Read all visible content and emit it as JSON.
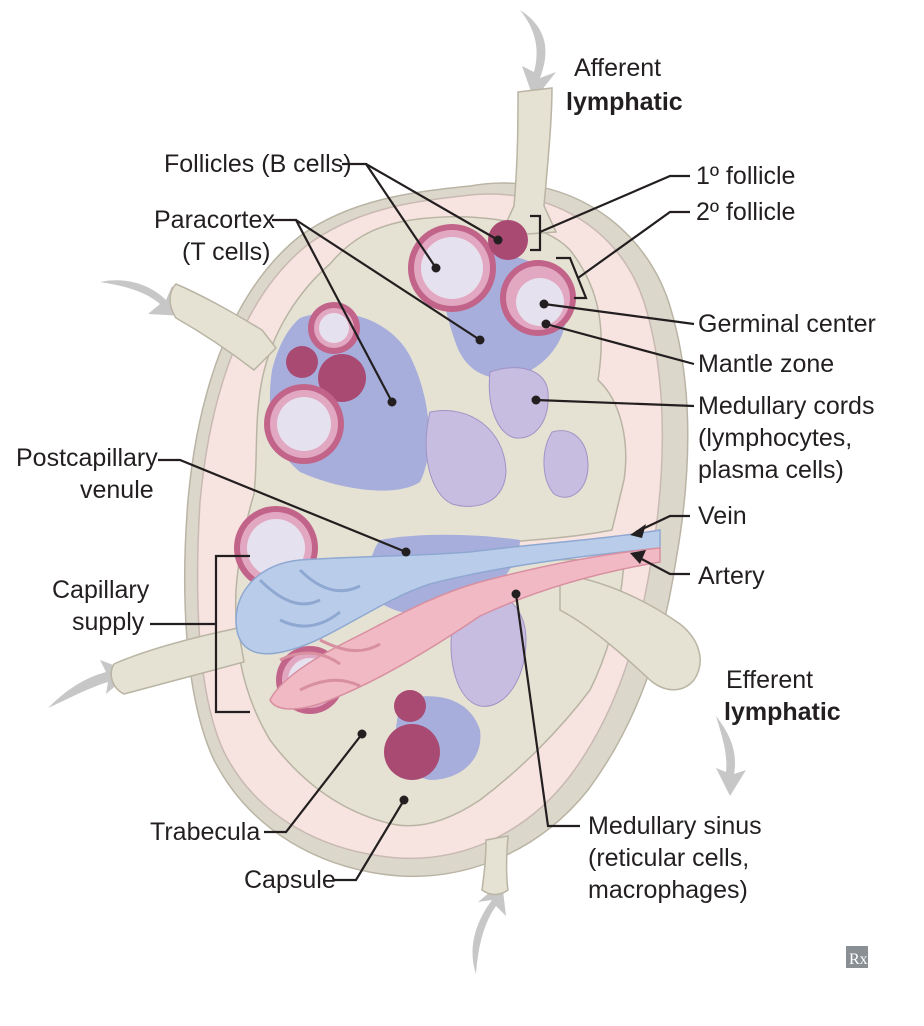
{
  "labels": {
    "afferent_line1": "Afferent",
    "afferent_line2": "lymphatic",
    "follicles": "Follicles (B cells)",
    "paracortex_line1": "Paracortex",
    "paracortex_line2": "(T cells)",
    "primary_follicle": "1º follicle",
    "secondary_follicle": "2º follicle",
    "germinal_center": "Germinal center",
    "mantle_zone": "Mantle zone",
    "medullary_cords_line1": "Medullary cords",
    "medullary_cords_line2": "(lymphocytes,",
    "medullary_cords_line3": "plasma cells)",
    "postcapillary_line1": "Postcapillary",
    "postcapillary_line2": "venule",
    "vein": "Vein",
    "artery": "Artery",
    "capillary_line1": "Capillary",
    "capillary_line2": "supply",
    "efferent_line1": "Efferent",
    "efferent_line2": "lymphatic",
    "trabecula": "Trabecula",
    "capsule": "Capsule",
    "medullary_sinus_line1": "Medullary sinus",
    "medullary_sinus_line2": "(reticular cells,",
    "medullary_sinus_line3": "macrophages)",
    "logo": "Rx"
  },
  "colors": {
    "capsule": "#f7e3e0",
    "capsule_shadow": "#dcd7cb",
    "trabecula": "#e5e2d3",
    "trabecula_edge": "#b9b4a3",
    "paracortex": "#a7aedc",
    "medulla": "#c7bde0",
    "follicle_ring": "#c2648a",
    "follicle_ring_light": "#e2a7c1",
    "germinal_center": "#e6e1ee",
    "primary_follicle": "#a94a73",
    "vein": "#b9cdea",
    "artery": "#f0b9c3",
    "arrow": "#c7c7c7",
    "text": "#231f20"
  }
}
